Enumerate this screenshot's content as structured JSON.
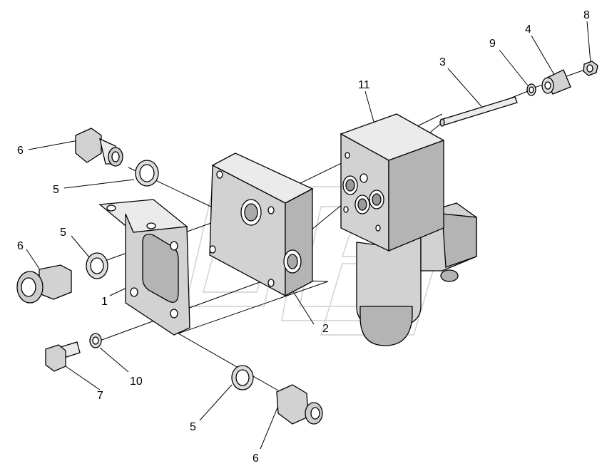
{
  "callouts": {
    "c1": "1",
    "c2": "2",
    "c3": "3",
    "c4": "4",
    "c5a": "5",
    "c5b": "5",
    "c5c": "5",
    "c6a": "6",
    "c6b": "6",
    "c6c": "6",
    "c7": "7",
    "c8": "8",
    "c9": "9",
    "c10": "10",
    "c11": "11"
  }
}
